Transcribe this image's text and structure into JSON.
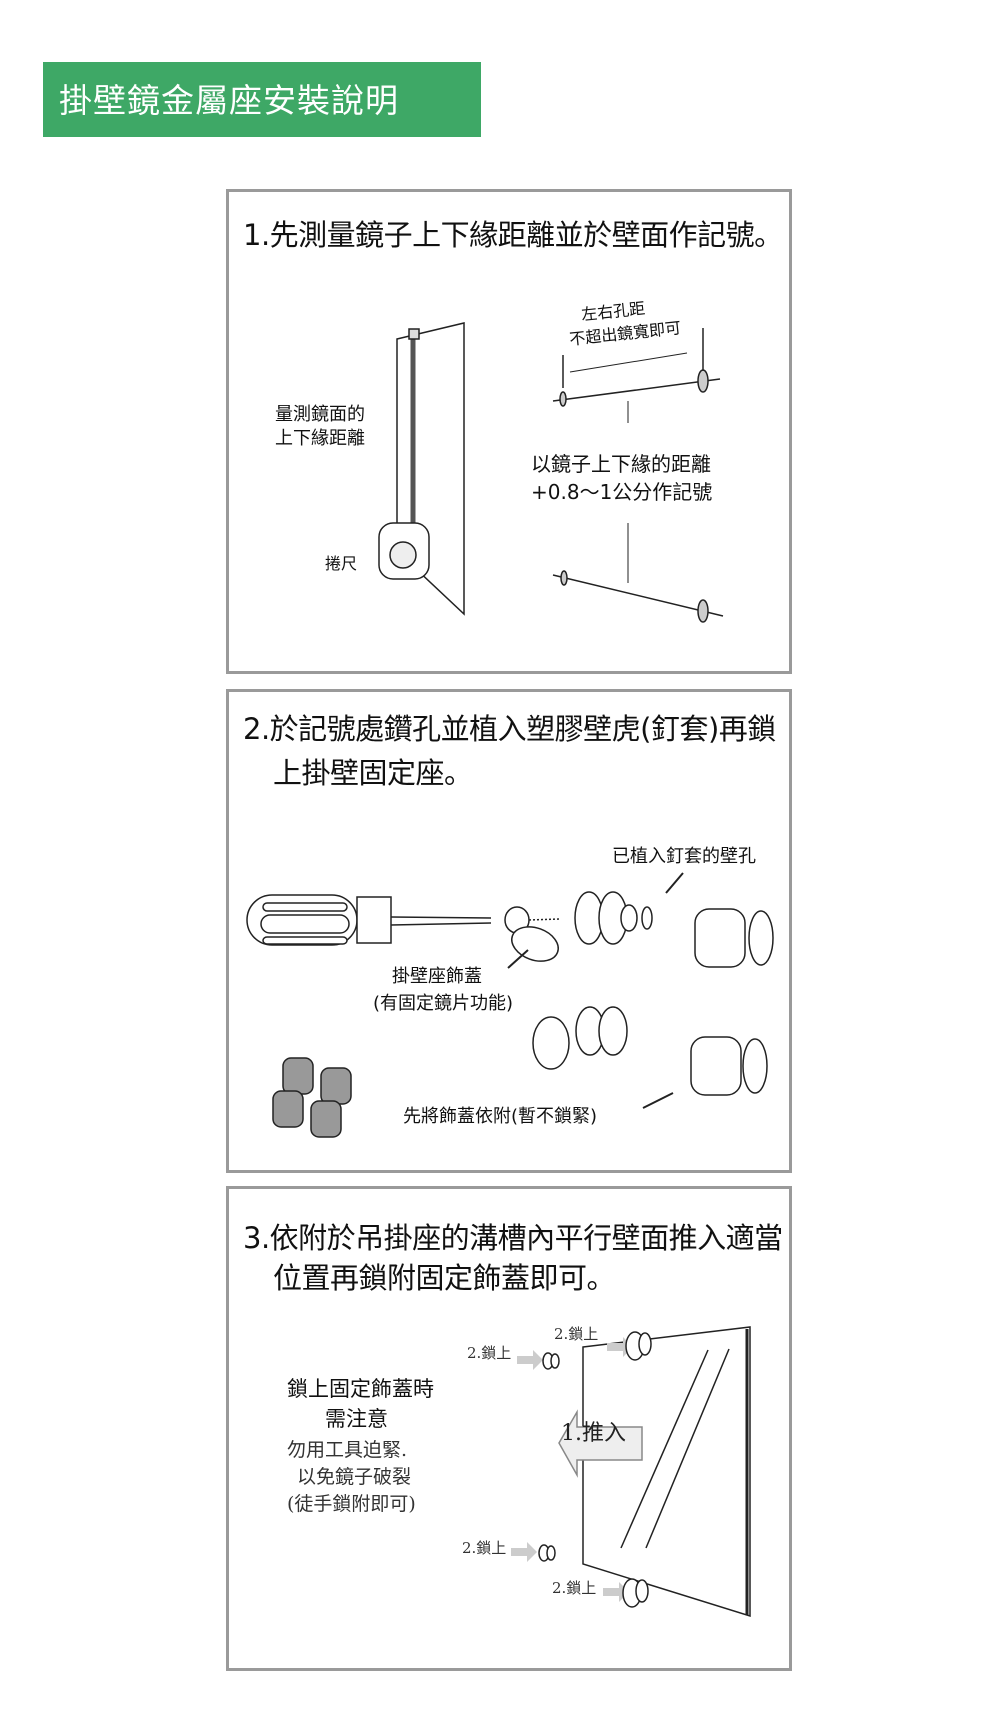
{
  "banner": {
    "title": "掛壁鏡金屬座安裝說明",
    "color": "#3ea866"
  },
  "step1": {
    "title": "1.先測量鏡子上下緣距離並於壁面作記號。",
    "measure_label": [
      "量測鏡面的",
      "上下緣距離"
    ],
    "tape_label": "捲尺",
    "spacing_label": [
      "左右孔距",
      "不超出鏡寬即可"
    ],
    "mark_label": [
      "以鏡子上下緣的距離",
      "+0.8～1公分作記號"
    ]
  },
  "step2": {
    "title": [
      "2.於記號處鑽孔並植入塑膠壁虎(釘套)再鎖",
      "上掛壁固定座。"
    ],
    "hole_label": "已植入釘套的壁孔",
    "cap_label": [
      "掛壁座飾蓋",
      "(有固定鏡片功能)"
    ],
    "attach_label": "先將飾蓋依附(暫不鎖緊)"
  },
  "step3": {
    "title": [
      "3.依附於吊掛座的溝槽內平行壁面推入適當",
      "位置再鎖附固定飾蓋即可。"
    ],
    "note_heading": [
      "鎖上固定飾蓋時",
      "需注意"
    ],
    "note_body": [
      "勿用工具迫緊.",
      "以免鏡子破裂",
      "(徒手鎖附即可)"
    ],
    "push_label": "1.推入",
    "lock_label": "2.鎖上"
  }
}
